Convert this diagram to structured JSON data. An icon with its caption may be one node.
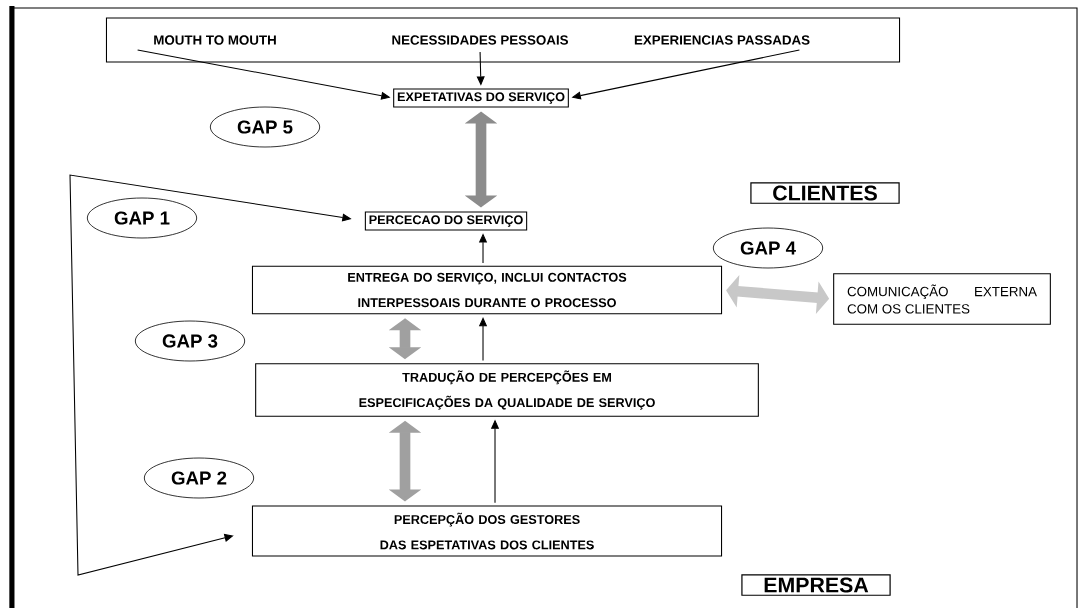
{
  "diagram": {
    "nodes": [
      {
        "text": [],
        "shape": "box"
      },
      {
        "text": [
          "MOUTH TO MOUTH"
        ],
        "in": 0
      },
      {
        "text": [
          "NECESSIDADES PESSOAIS"
        ],
        "in": 0
      },
      {
        "text": [
          "EXPERIENCIAS PASSADAS"
        ],
        "in": 0
      },
      {
        "text": [
          "EXPETATIVAS DO SERVIÇO"
        ]
      },
      {
        "text": [
          "GAP 5"
        ]
      },
      {
        "text": [
          "CLIENTES"
        ]
      },
      {
        "text": [
          "GAP 1"
        ]
      },
      {
        "text": [
          "PERCECAO DO SERVIÇO"
        ]
      },
      {
        "text": [
          "GAP 4"
        ]
      },
      {
        "text": [
          "ENTREGA DO SERVIÇO, INCLUI CONTACTOS INTERPESSOAIS DURANTE O PROCESSO"
        ]
      },
      {
        "text": [
          "COMUNICAÇÃO EXTERNA COM OS CLIENTES"
        ]
      },
      {
        "text": [
          "GAP 3"
        ]
      },
      {
        "text": [
          "TRADUÇÃO DE PERCEPÇÕES EM ESPECIFICAÇÕES DA QUALIDADE DE SERVIÇO"
        ]
      },
      {
        "text": [
          "GAP 2"
        ]
      },
      {
        "text": [
          "PERCEPÇÃO DOS GESTORES DAS ESPETATIVAS DOS CLIENTES"
        ]
      },
      {
        "text": [
          "EMPRESA"
        ]
      }
    ],
    "edges": [
      {
        "from": 1,
        "to": 4,
        "arrow": "to"
      },
      {
        "from": 2,
        "to": 4,
        "arrow": "to"
      },
      {
        "from": 3,
        "to": 4,
        "arrow": "to"
      },
      {
        "from": 4,
        "to": 8,
        "arrow": "both",
        "style": "thick",
        "color": "#8c8c8c"
      },
      {
        "from": 10,
        "to": 8,
        "arrow": "to"
      },
      {
        "from": 10,
        "to": 11,
        "arrow": "both",
        "style": "thick",
        "color": "#c8c8c8"
      },
      {
        "from": 13,
        "to": 10,
        "arrow": "both",
        "style": "thick",
        "color": "#a0a0a0"
      },
      {
        "from": 13,
        "to": 10,
        "arrow": "to"
      },
      {
        "from": 15,
        "to": 13,
        "arrow": "both",
        "style": "thick",
        "color": "#a0a0a0"
      },
      {
        "from": 15,
        "to": 13,
        "arrow": "to"
      },
      {
        "from": 15,
        "to": 8,
        "arrow": "both"
      }
    ]
  }
}
